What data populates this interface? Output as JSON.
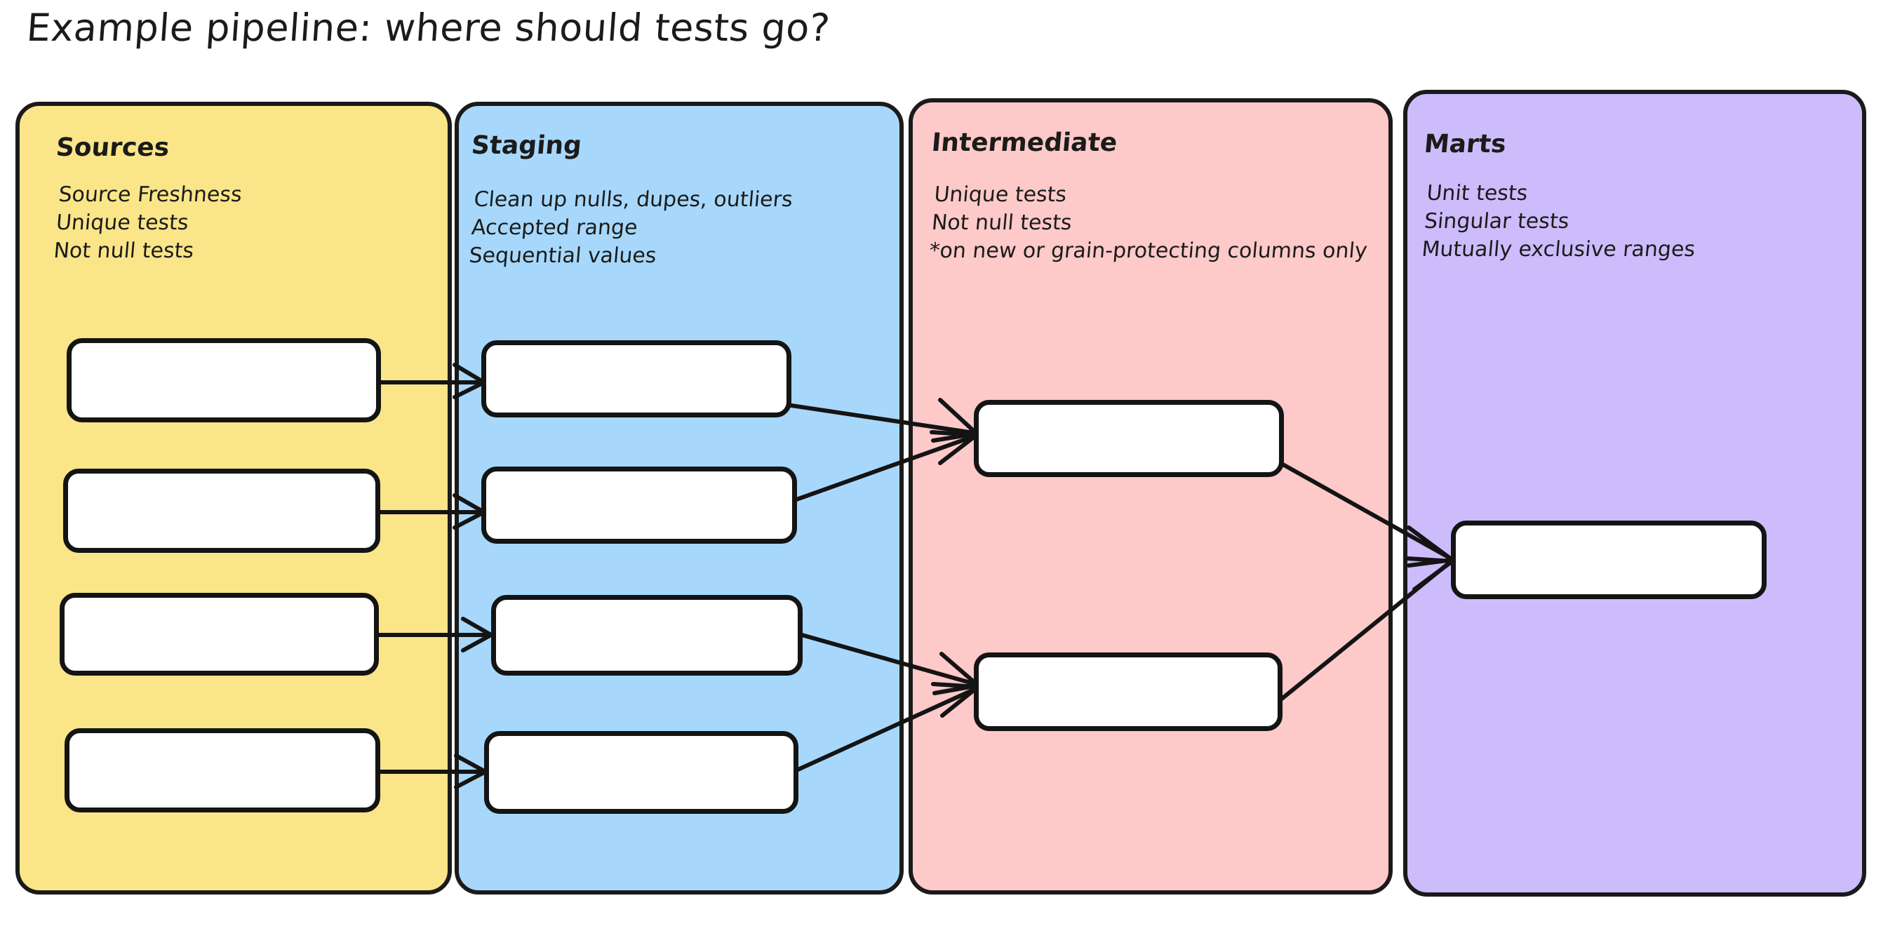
{
  "title": "Example pipeline: where should tests go?",
  "lanes": [
    {
      "id": "sources",
      "title": "Sources",
      "color": "#FAE588",
      "lines": [
        "Source Freshness",
        "Unique tests",
        "Not null tests"
      ],
      "node_count": 4
    },
    {
      "id": "staging",
      "title": "Staging",
      "color": "#A7D8FB",
      "lines": [
        "Clean up nulls, dupes, outliers",
        "Accepted range",
        "Sequential values"
      ],
      "node_count": 4
    },
    {
      "id": "intermediate",
      "title": "Intermediate",
      "color": "#FDC9C9",
      "lines": [
        "Unique tests",
        "Not null tests",
        "*on new or grain-protecting columns only"
      ],
      "node_count": 2
    },
    {
      "id": "marts",
      "title": "Marts",
      "color": "#CDBCFB",
      "lines": [
        "Unit tests",
        "Singular tests",
        "Mutually exclusive ranges"
      ],
      "node_count": 1
    }
  ],
  "nodes": {
    "sources": [
      {
        "id": "src-1",
        "label": ""
      },
      {
        "id": "src-2",
        "label": ""
      },
      {
        "id": "src-3",
        "label": ""
      },
      {
        "id": "src-4",
        "label": ""
      }
    ],
    "staging": [
      {
        "id": "stg-1",
        "label": ""
      },
      {
        "id": "stg-2",
        "label": ""
      },
      {
        "id": "stg-3",
        "label": ""
      },
      {
        "id": "stg-4",
        "label": ""
      }
    ],
    "intermediate": [
      {
        "id": "int-1",
        "label": ""
      },
      {
        "id": "int-2",
        "label": ""
      }
    ],
    "marts": [
      {
        "id": "mart-1",
        "label": ""
      }
    ]
  },
  "edges": [
    {
      "from": "src-1",
      "to": "stg-1"
    },
    {
      "from": "src-2",
      "to": "stg-2"
    },
    {
      "from": "src-3",
      "to": "stg-3"
    },
    {
      "from": "src-4",
      "to": "stg-4"
    },
    {
      "from": "stg-1",
      "to": "int-1"
    },
    {
      "from": "stg-2",
      "to": "int-1"
    },
    {
      "from": "stg-3",
      "to": "int-2"
    },
    {
      "from": "stg-4",
      "to": "int-2"
    },
    {
      "from": "int-1",
      "to": "mart-1"
    },
    {
      "from": "int-2",
      "to": "mart-1"
    }
  ],
  "palette": {
    "stroke": "#141414",
    "node_fill": "#FFFFFF",
    "background": "#FFFFFF"
  }
}
